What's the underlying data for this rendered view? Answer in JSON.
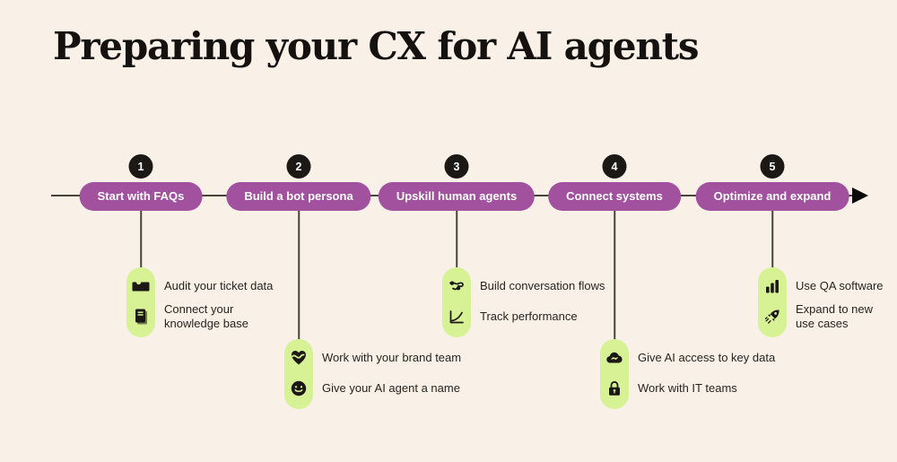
{
  "title": "Preparing your CX for AI agents",
  "colors": {
    "bg": "#f9f1e8",
    "purple": "#a1519e",
    "green": "#d6f295",
    "black": "#1b1816",
    "line": "#474339",
    "text": "#27231e"
  },
  "steps": [
    {
      "number": "1",
      "label": "Start with FAQs",
      "branch": "top",
      "items": [
        {
          "icon": "ticket-icon",
          "text": "Audit your ticket data"
        },
        {
          "icon": "knowledge-book-icon",
          "text": "Connect your knowledge base"
        }
      ]
    },
    {
      "number": "2",
      "label": "Build a bot persona",
      "branch": "bottom",
      "items": [
        {
          "icon": "brand-heart-icon",
          "text": "Work with your brand team"
        },
        {
          "icon": "smiley-face-icon",
          "text": "Give your AI agent a name"
        }
      ]
    },
    {
      "number": "3",
      "label": "Upskill human agents",
      "branch": "top",
      "items": [
        {
          "icon": "conversation-flow-icon",
          "text": "Build conversation flows"
        },
        {
          "icon": "line-chart-icon",
          "text": "Track performance"
        }
      ]
    },
    {
      "number": "4",
      "label": "Connect systems",
      "branch": "bottom",
      "items": [
        {
          "icon": "cloud-sync-icon",
          "text": "Give AI access to key data"
        },
        {
          "icon": "lock-icon",
          "text": "Work with IT teams"
        }
      ]
    },
    {
      "number": "5",
      "label": "Optimize and expand",
      "branch": "top",
      "items": [
        {
          "icon": "bar-chart-icon",
          "text": "Use QA software"
        },
        {
          "icon": "rocket-icon",
          "text": "Expand to new use cases"
        }
      ]
    }
  ]
}
